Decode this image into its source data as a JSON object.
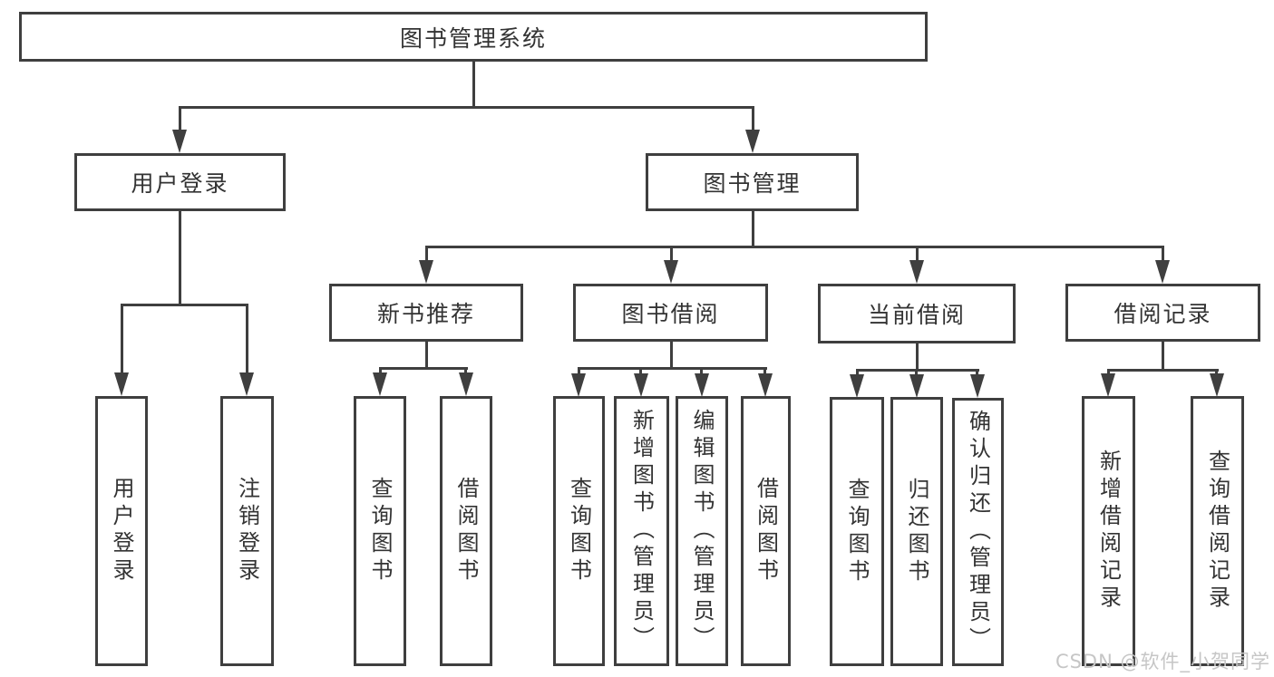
{
  "diagram_type": "hierarchy-tree",
  "hierarchy": {
    "label": "图书管理系统",
    "children": [
      {
        "label": "用户登录",
        "children": [
          {
            "label": "用户登录"
          },
          {
            "label": "注销登录"
          }
        ]
      },
      {
        "label": "图书管理",
        "children": [
          {
            "label": "新书推荐",
            "children": [
              {
                "label": "查询图书"
              },
              {
                "label": "借阅图书"
              }
            ]
          },
          {
            "label": "图书借阅",
            "children": [
              {
                "label": "查询图书"
              },
              {
                "label": "新增图书（管理员）"
              },
              {
                "label": "编辑图书（管理员）"
              },
              {
                "label": "借阅图书"
              }
            ]
          },
          {
            "label": "当前借阅",
            "children": [
              {
                "label": "查询图书"
              },
              {
                "label": "归还图书"
              },
              {
                "label": "确认归还（管理员）"
              }
            ]
          },
          {
            "label": "借阅记录",
            "children": [
              {
                "label": "新增借阅记录"
              },
              {
                "label": "查询借阅记录"
              }
            ]
          }
        ]
      }
    ]
  },
  "watermark": "CSDN @软件_小贺同学",
  "colors": {
    "line": "#3f3f3f",
    "text": "#333333",
    "watermark": "#c6c6c6",
    "background": "#ffffff"
  }
}
